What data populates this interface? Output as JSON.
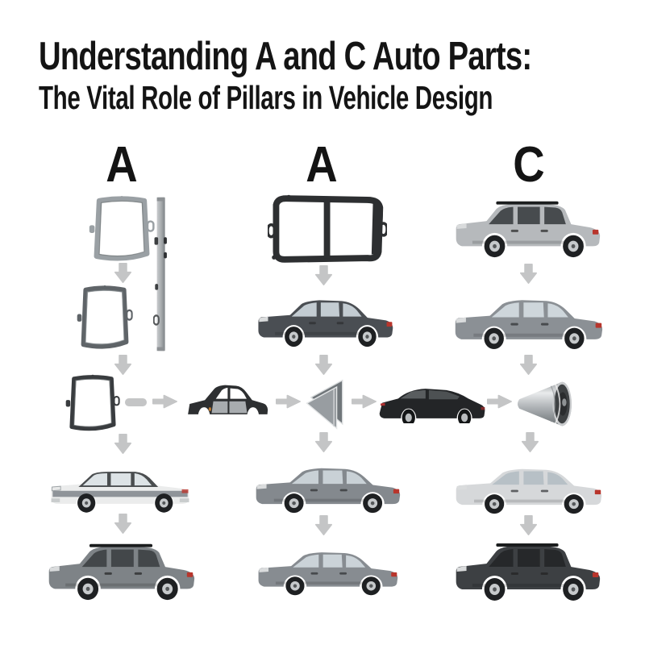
{
  "title": {
    "line1": "Understanding A and C Auto Parts:",
    "line2": "The Vital Role of Pillars in Vehicle Design"
  },
  "column_labels": {
    "left": "A",
    "middle": "A",
    "right": "C"
  },
  "palette": {
    "background": "#ffffff",
    "title_text": "#141414",
    "label_text": "#141414",
    "arrow_gray": "#c4c5c6",
    "frame_light_gray": "#9aa0a4",
    "frame_mid_gray": "#5f6468",
    "frame_dark": "#393c3f",
    "double_frame_dark": "#2d2f31",
    "metal_silver": "#c7cacc"
  },
  "cells": {
    "frame_top_left": {
      "icon": "door-window-frame-icon",
      "vars": "--fs:#9aa0a4;--fs2:#6f7477"
    },
    "pillar_strip": {
      "icon": "b-pillar-strip-icon",
      "vars": "--p1:#a9adb0"
    },
    "frame_mid_left": {
      "icon": "door-window-frame-icon",
      "vars": "--fs:#5f6468;--fs2:#9aa0a3"
    },
    "frame_low_left": {
      "icon": "door-window-frame-icon",
      "vars": "--fs:#393c3f;--fs2:#8d9295"
    },
    "frame_double": {
      "icon": "double-window-frame-icon",
      "vars": "--fs:#2d2f31"
    },
    "suv_silver": {
      "icon": "suv-side-icon",
      "vars": "--body:#b6b9bc;--glass:#474b4e"
    },
    "sedan_dark": {
      "icon": "sedan-side-icon",
      "vars": "--body:#4a4e53;--glass:#c3ccd2"
    },
    "sedan_gray_row2": {
      "icon": "sedan-side-icon",
      "vars": "--body:#8b9095;--glass:#ced6db"
    },
    "body_shell": {
      "icon": "car-body-shell-icon",
      "vars": "--frame:#2d2f31;--panel:#a8acaf"
    },
    "pillar_wedge": {
      "icon": "pillar-glass-wedge-icon",
      "vars": ""
    },
    "wagon_black": {
      "icon": "black-wagon-side-icon",
      "vars": "--body:#232527"
    },
    "metal_cone": {
      "icon": "metal-cone-icon",
      "vars": ""
    },
    "sedan_classic": {
      "icon": "classic-sedan-side-icon",
      "vars": "--body:#ebecec;--band:#8f9499;--glass:#dde3e6"
    },
    "sedan_gray_row4": {
      "icon": "sedan-side-icon",
      "vars": "--body:#84898e;--glass:#c9d1d6"
    },
    "sedan_silver": {
      "icon": "sedan-side-icon",
      "vars": "--body:#d6d8da;--glass:#b7c0c6"
    },
    "suv_gray": {
      "icon": "suv-side-icon",
      "vars": "--body:#7e8387;--glass:#43474a"
    },
    "sedan_gray_row5": {
      "icon": "sedan-side-icon",
      "vars": "--body:#878c91;--glass:#cbd3d8"
    },
    "suv_black": {
      "icon": "suv-side-icon",
      "vars": "--body:#3d4043;--glass:#26282a"
    }
  }
}
